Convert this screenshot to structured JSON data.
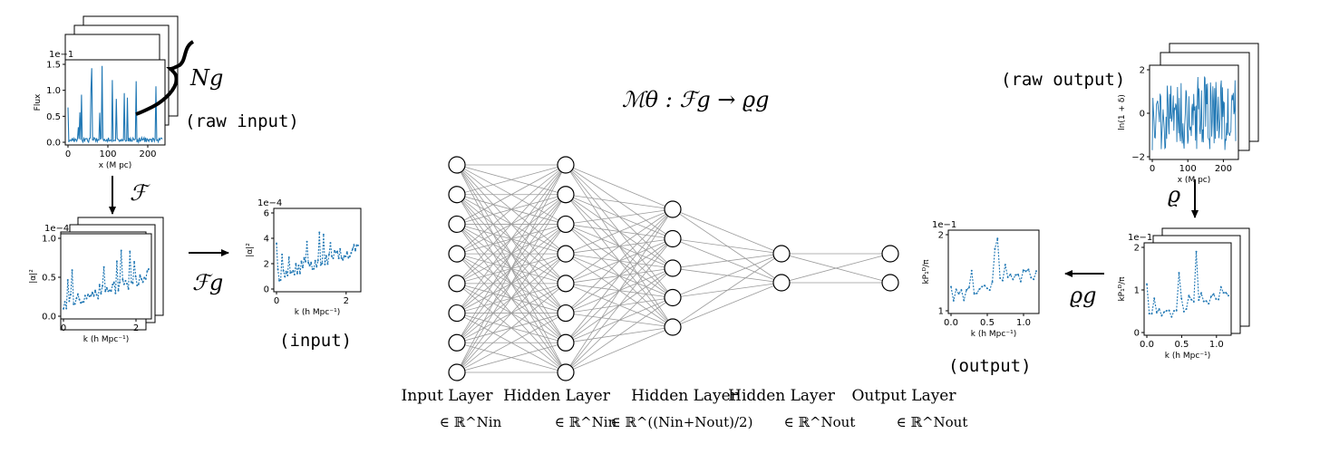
{
  "labels": {
    "raw_input": "(raw input)",
    "raw_output": "(raw output)",
    "input": "(input)",
    "output": "(output)",
    "map_title": "ℳθ : ℱg → ϱg",
    "Ng": "Ng",
    "F": "ℱ",
    "Fg": "ℱg",
    "rho": "ϱ",
    "rho_g": "ϱg"
  },
  "layers": [
    {
      "name": "Input Layer",
      "dim": "∈ ℝ^Nin",
      "nodes": 8
    },
    {
      "name": "Hidden Layer",
      "dim": "∈ ℝ^Nin",
      "nodes": 8
    },
    {
      "name": "Hidden Layer",
      "dim": "∈ ℝ^((Nin+Nout)/2)",
      "nodes": 5
    },
    {
      "name": "Hidden Layer",
      "dim": "∈ ℝ^Nout",
      "nodes": 2
    },
    {
      "name": "Output Layer",
      "dim": "∈ ℝ^Nout",
      "nodes": 2
    }
  ],
  "plots": {
    "raw_input": {
      "ylabel": "Flux",
      "xlabel": "x (M pc)",
      "exponent": "1e−1",
      "yticks": [
        "0.0",
        "0.5",
        "1.0",
        "1.5"
      ],
      "xticks": [
        "0",
        "100",
        "200"
      ]
    },
    "input_stack": {
      "ylabel": "|α|²",
      "xlabel": "k (h Mpc⁻¹)",
      "exponent": "1e−4",
      "yticks": [
        "0.0",
        "0.5",
        "1.0"
      ],
      "xticks": [
        "0",
        "2"
      ]
    },
    "input": {
      "ylabel": "|α|²",
      "xlabel": "k (h Mpc⁻¹)",
      "exponent": "1e−4",
      "yticks": [
        "0",
        "2",
        "4",
        "6"
      ],
      "xticks": [
        "0",
        "2"
      ]
    },
    "raw_output": {
      "ylabel": "ln(1 + δ)",
      "xlabel": "x (M pc)",
      "yticks": [
        "−2",
        "0",
        "2"
      ],
      "xticks": [
        "0",
        "100",
        "200"
      ]
    },
    "output_stack": {
      "ylabel": "kP₁ᴰ/π",
      "xlabel": "k (h Mpc⁻¹)",
      "exponent": "1e−1",
      "yticks": [
        "0",
        "1",
        "2"
      ],
      "xticks": [
        "0.0",
        "0.5",
        "1.0"
      ]
    },
    "output": {
      "ylabel": "kP₁ᴰ/π",
      "xlabel": "k (h Mpc⁻¹)",
      "exponent": "1e−1",
      "yticks": [
        "1",
        "2"
      ],
      "xticks": [
        "0.0",
        "0.5",
        "1.0"
      ]
    }
  },
  "colors": {
    "series": "#1f77b4",
    "node": "#000000",
    "edge": "#9a9a9a"
  }
}
